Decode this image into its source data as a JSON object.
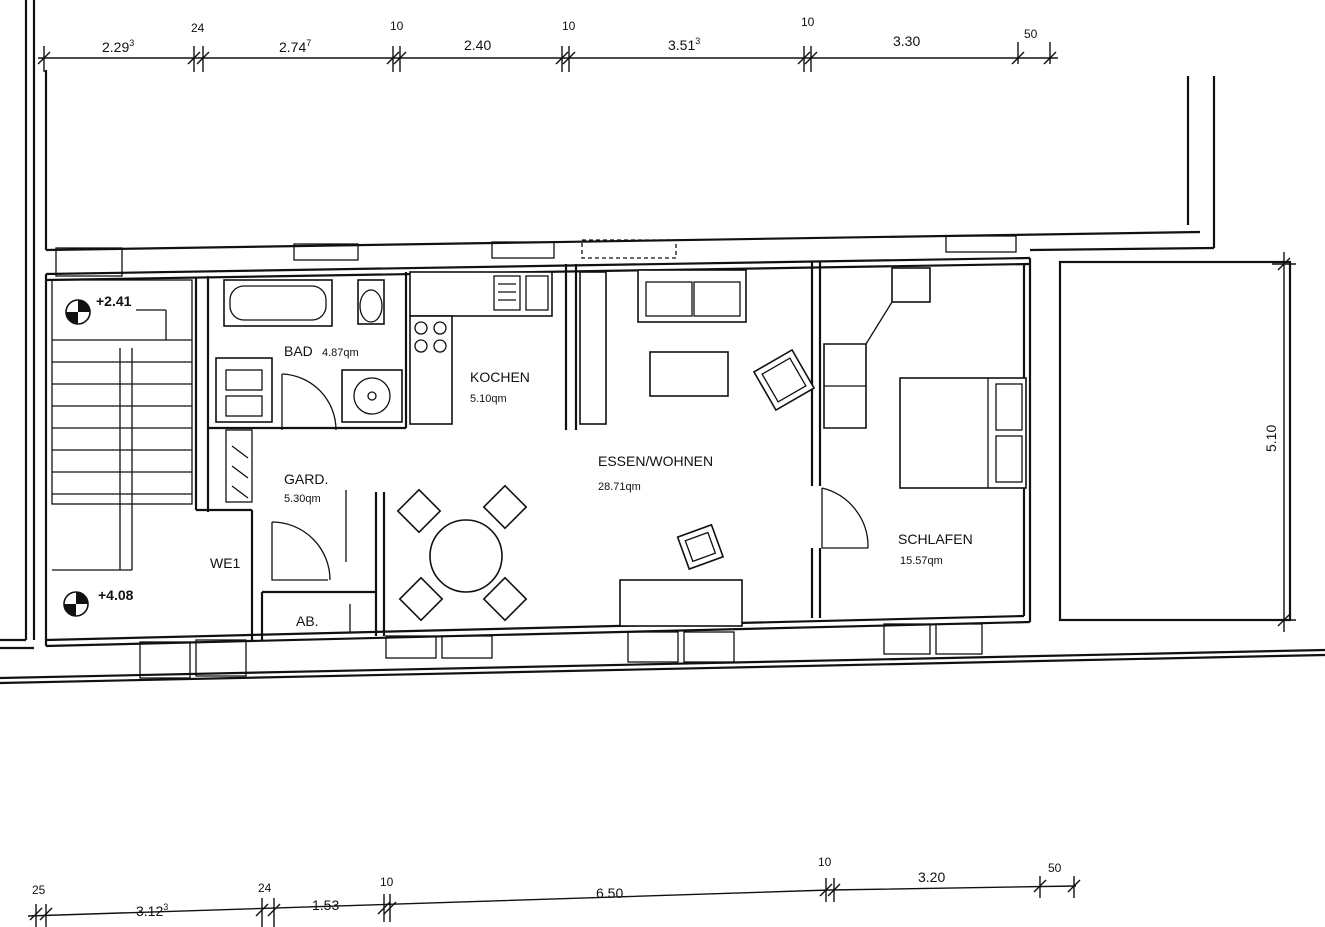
{
  "rooms": {
    "bad": {
      "name": "BAD",
      "area": "4.87qm"
    },
    "kochen": {
      "name": "KOCHEN",
      "area": "5.10qm"
    },
    "wohnen": {
      "name": "ESSEN/WOHNEN",
      "area": "28.71qm"
    },
    "schlafen": {
      "name": "SCHLAFEN",
      "area": "15.57qm"
    },
    "gard": {
      "name": "GARD.",
      "area": "5.30qm"
    },
    "we1": {
      "name": "WE1"
    },
    "ab": {
      "name": "AB."
    }
  },
  "levels": {
    "upper": "+2.41",
    "lower": "+4.08"
  },
  "dimensions": {
    "top": [
      {
        "main": "2.29",
        "sup": "3"
      },
      {
        "main": "24"
      },
      {
        "main": "2.74",
        "sup": "7"
      },
      {
        "main": "10"
      },
      {
        "main": "2.40"
      },
      {
        "main": "10"
      },
      {
        "main": "3.51",
        "sup": "3"
      },
      {
        "main": "10"
      },
      {
        "main": "3.30"
      },
      {
        "main": "50"
      }
    ],
    "bottom": [
      {
        "main": "25"
      },
      {
        "main": "3.12",
        "sup": "3"
      },
      {
        "main": "24"
      },
      {
        "main": "1.53"
      },
      {
        "main": "10"
      },
      {
        "main": "6.50"
      },
      {
        "main": "10"
      },
      {
        "main": "3.20"
      },
      {
        "main": "50"
      }
    ],
    "right": {
      "main": "5.10"
    }
  }
}
